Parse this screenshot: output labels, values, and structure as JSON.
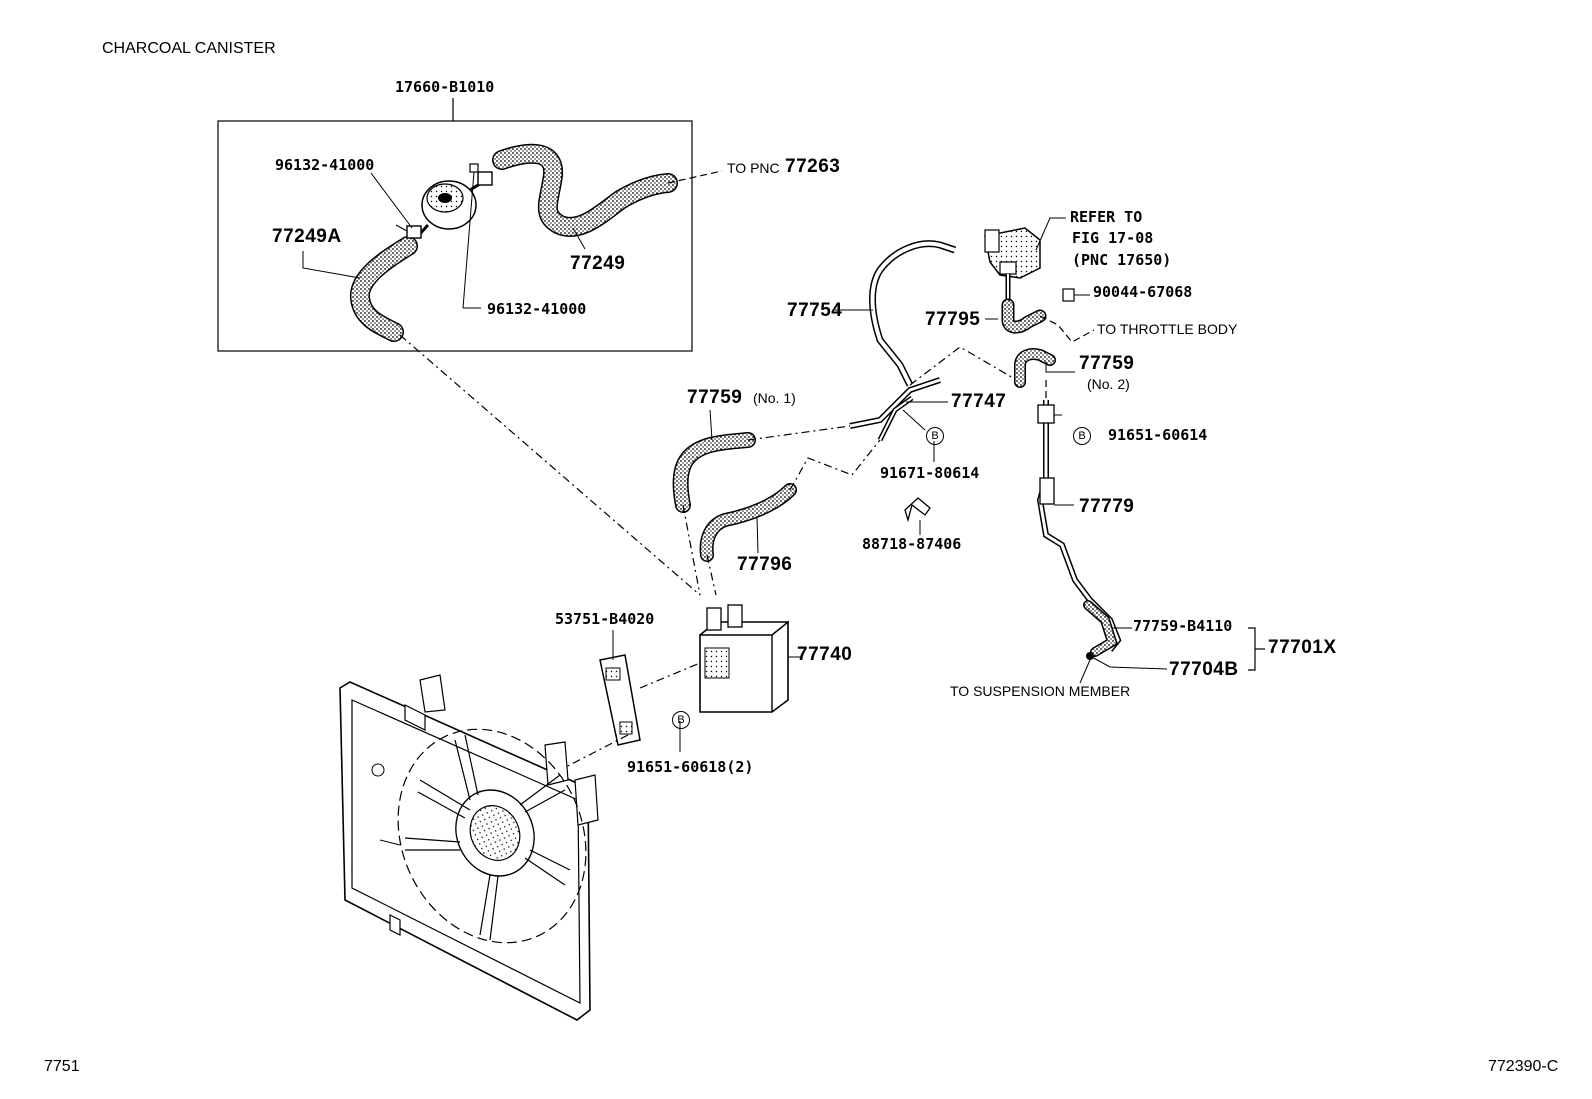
{
  "title": "CHARCOAL CANISTER",
  "footer": {
    "left": "7751",
    "right": "772390-C"
  },
  "labels": {
    "p17660": "17660-B1010",
    "p96132a": "96132-41000",
    "p96132b": "96132-41000",
    "p77249A": "77249A",
    "p77249": "77249",
    "to_pnc_prefix": "TO PNC",
    "to_pnc_num": "77263",
    "refer_line1": "REFER TO",
    "refer_line2": "FIG 17-08",
    "refer_line3": "(PNC 17650)",
    "p90044": "90044-67068",
    "p77754": "77754",
    "p77795": "77795",
    "to_throttle": "TO THROTTLE BODY",
    "p77759_2": "77759",
    "p77759_2_sub": "(No. 2)",
    "p77759_1": "77759",
    "p77759_1_sub": "(No. 1)",
    "p77747": "77747",
    "b_mark": "B",
    "p91651_60614": "91651-60614",
    "p91671": "91671-80614",
    "p88718": "88718-87406",
    "p77779": "77779",
    "p77796": "77796",
    "p53751": "53751-B4020",
    "p77740": "77740",
    "p77759_B4110": "77759-B4110",
    "p77701X": "77701X",
    "p77704B": "77704B",
    "to_suspension": "TO SUSPENSION MEMBER",
    "p91651_60618": "91651-60618(2)"
  }
}
